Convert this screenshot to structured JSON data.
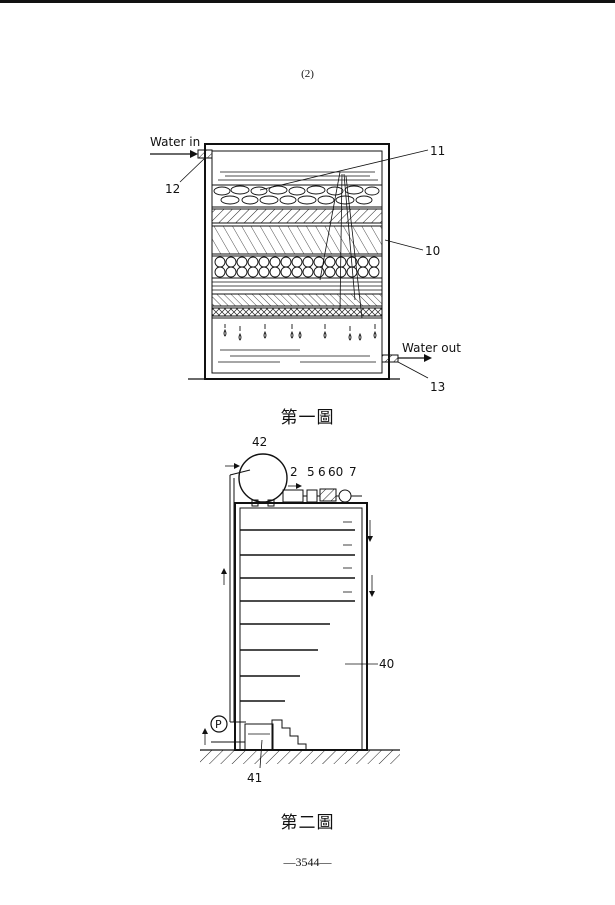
{
  "page": {
    "page_number": "(2)",
    "footer": "—3544—"
  },
  "figure1": {
    "caption": "第一圖",
    "water_in_label": "Water in",
    "water_out_label": "Water out",
    "callouts": [
      "11",
      "10",
      "12",
      "13"
    ]
  },
  "figure2": {
    "caption": "第二圖",
    "pump_label": "P",
    "callouts": [
      "42",
      "2",
      "5",
      "6",
      "60",
      "7",
      "40",
      "41"
    ]
  }
}
